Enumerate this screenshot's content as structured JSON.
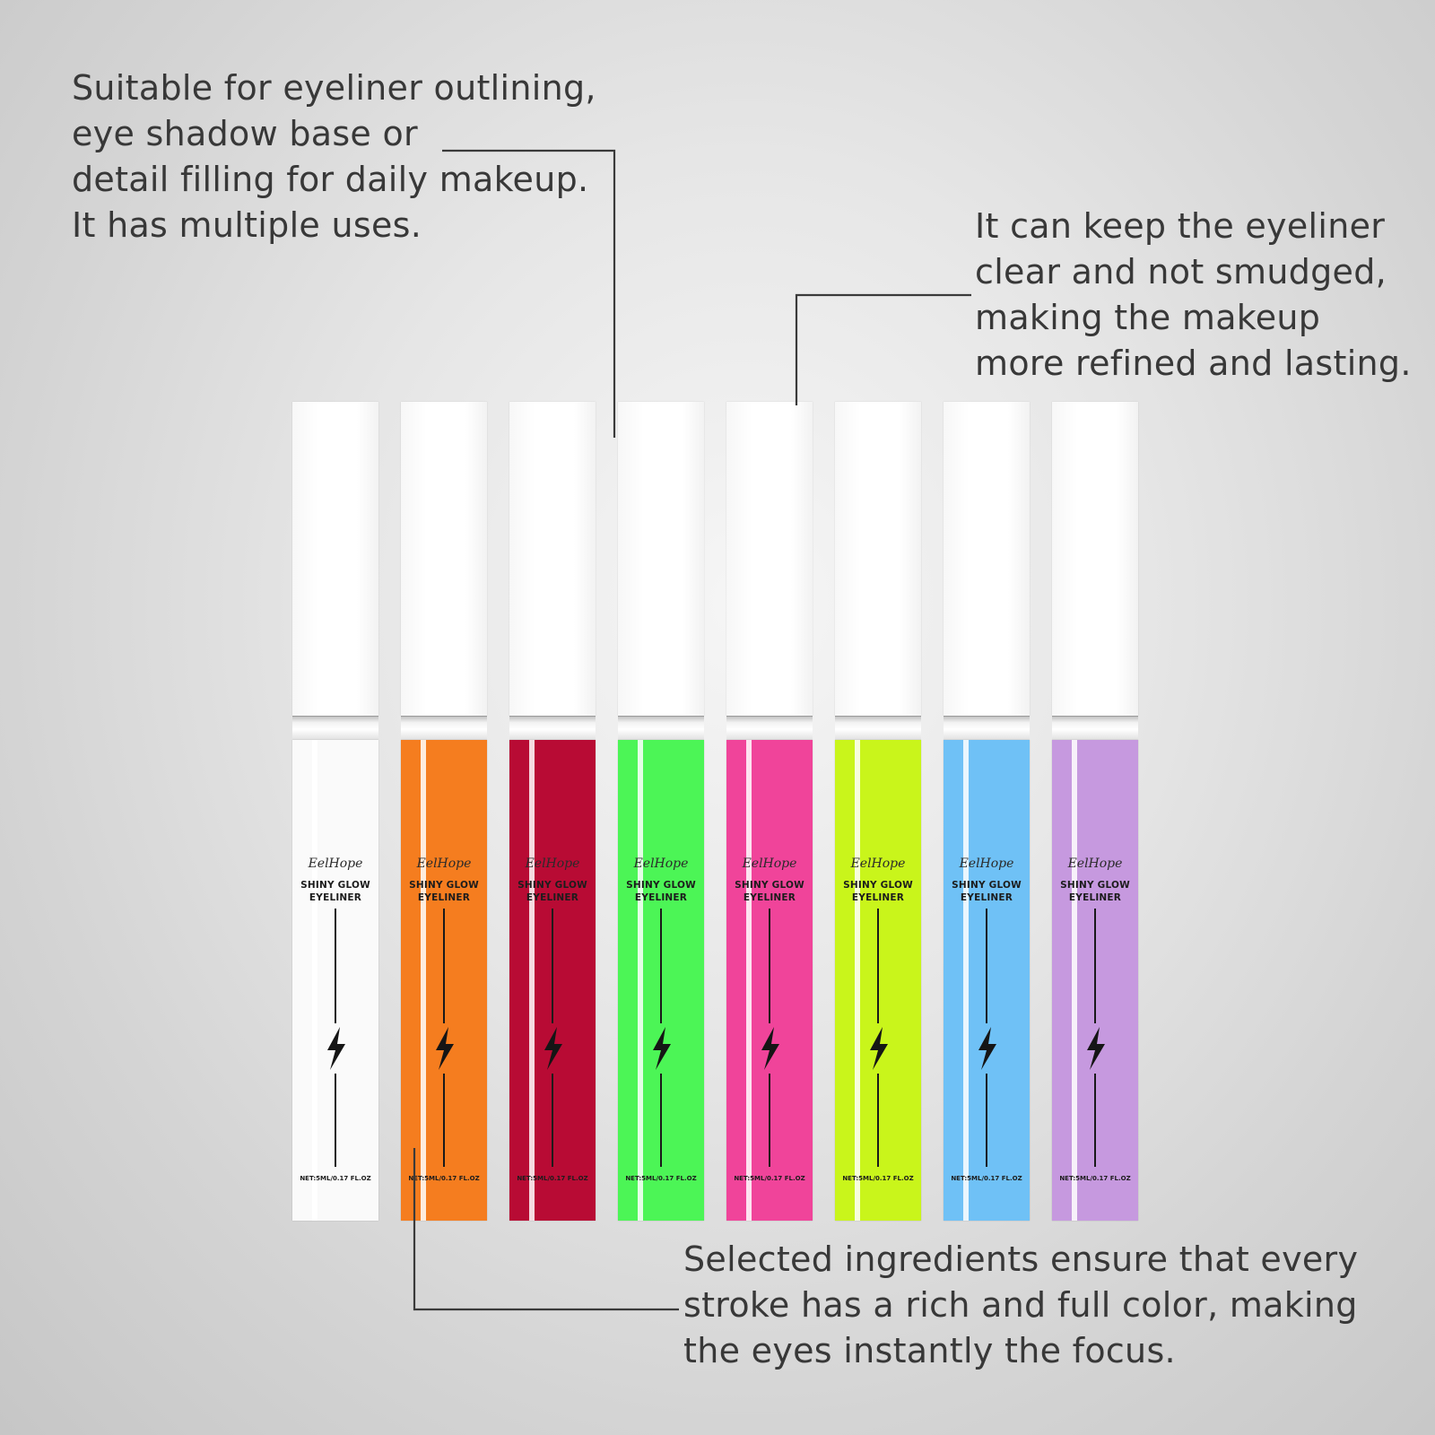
{
  "callouts": {
    "uses": {
      "lines": [
        "Suitable for eyeliner outlining,",
        "eye shadow base or",
        "detail filling for daily makeup.",
        "It has multiple uses."
      ]
    },
    "clear": {
      "lines": [
        "It can keep the eyeliner",
        "clear and not smudged,",
        "making the makeup",
        "more refined and lasting."
      ]
    },
    "ingredients": {
      "lines": [
        "Selected ingredients ensure that every",
        "stroke has a rich and full color, making",
        "the eyes instantly the focus."
      ]
    }
  },
  "product": {
    "brand": "EelHope",
    "name_line1": "SHINY GLOW",
    "name_line2": "EYELINER",
    "net": "NET:5ML/0.17 FL.OZ",
    "bolt_icon": "lightning-bolt-icon"
  },
  "tubes": [
    {
      "color": "#fafafa"
    },
    {
      "color": "#f57d1f"
    },
    {
      "color": "#b80b34"
    },
    {
      "color": "#4cf556"
    },
    {
      "color": "#f0449a"
    },
    {
      "color": "#c9f51b"
    },
    {
      "color": "#6fc1f6"
    },
    {
      "color": "#c699df"
    }
  ],
  "colors": {
    "callout_text": "#383838",
    "leader_line": "#3a3a3a"
  }
}
